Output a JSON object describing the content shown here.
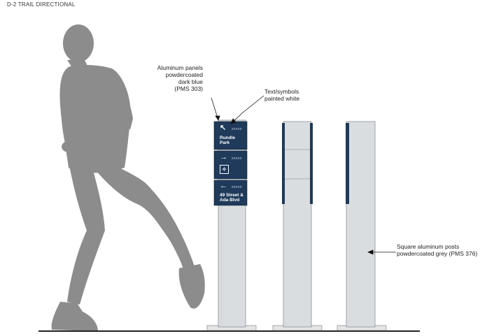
{
  "title": "D-2 TRAIL DIRECTIONAL",
  "annotations": {
    "panels": [
      "Aluminum panels",
      "powdercoated",
      "dark blue",
      "(PMS 303)"
    ],
    "text_symbols": [
      "Text/symbols",
      "painted white"
    ],
    "posts": [
      "Square aluminum posts",
      "powdercoated grey (PMS 376)"
    ]
  },
  "sign": {
    "panel1": {
      "arrow": "up-left-diagonal",
      "destination": [
        "Rundle",
        "Park"
      ],
      "distance": "xxxxx"
    },
    "panel2": {
      "arrow": "right",
      "distance": "xxxxx",
      "symbol": "restroom-icon"
    },
    "panel3": {
      "arrow": "left",
      "destination": [
        "49 Street &",
        "Ada Blvd"
      ],
      "distance": "xxxxx"
    }
  },
  "colors": {
    "panel_blue": "#1f3a5a",
    "post_grey": "#dadde0",
    "figure_grey": "#8a8a8a",
    "ground": "#222222"
  }
}
